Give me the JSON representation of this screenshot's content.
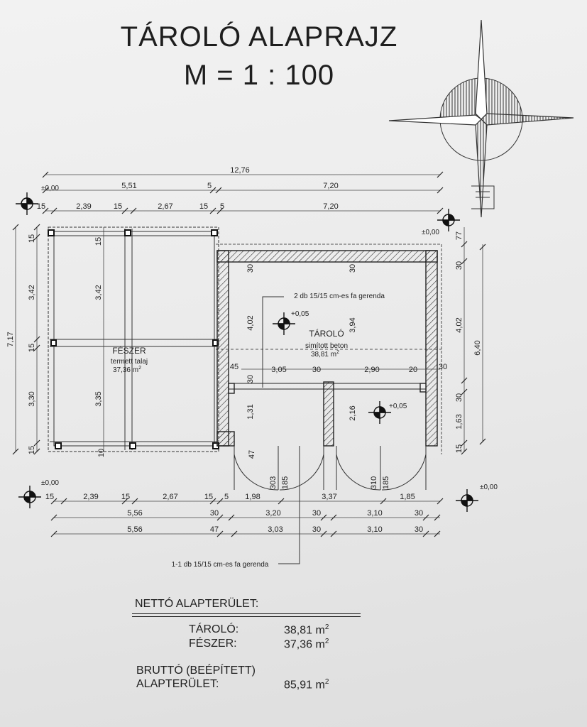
{
  "title": {
    "line1": "TÁROLÓ  ALAPRAJZ",
    "line2": "M = 1 : 100"
  },
  "rooms": {
    "feszer": {
      "name": "FÉSZER",
      "floor": "termett talaj",
      "area": "37,36 m",
      "sup": "2"
    },
    "tarolo": {
      "name": "TÁROLÓ",
      "floor": "simított beton",
      "area": "38,81 m",
      "sup": "2"
    }
  },
  "annotations": {
    "beam_top": "2 db 15/15 cm-es fa gerenda",
    "beam_bottom": "1-1 db 15/15 cm-es fa gerenda",
    "level_tarolo": "+0,05",
    "level_tarolo2": "+0,05",
    "level_nw": "±0,00",
    "level_ne": "±0,00",
    "level_sw": "±0,00",
    "level_se": "±0,00"
  },
  "dims_top": {
    "row1": [
      "12,76"
    ],
    "row2": [
      "5,51",
      "5",
      "7,20"
    ],
    "row3": [
      "15",
      "2,39",
      "15",
      "2,67",
      "15",
      "5",
      "7,20"
    ]
  },
  "dims_left": {
    "outer": "7,17",
    "inner": [
      "15",
      "3,42",
      "15",
      "3,30",
      "15"
    ],
    "mid": [
      "15",
      "3,42",
      "3,35",
      "10"
    ]
  },
  "dims_right": {
    "outer": "6,40",
    "inner": [
      "77",
      "30",
      "4,02",
      "30",
      "1,63",
      "15"
    ]
  },
  "dims_interior": {
    "h": [
      "45",
      "3,05",
      "30",
      "2,90",
      "20",
      "30"
    ],
    "v": [
      "30",
      "4,02",
      "30",
      "1,31",
      "47",
      "30",
      "3,94",
      "2,16"
    ]
  },
  "doors": {
    "d1a": "303",
    "d1b": "185",
    "d2a": "310",
    "d2b": "185"
  },
  "dims_bottom": {
    "row1": [
      "15",
      "2,39",
      "15",
      "2,67",
      "15",
      "5",
      "1,98",
      "3,37",
      "1,85"
    ],
    "row2": [
      "5,56",
      "30",
      "3,20",
      "30",
      "3,10",
      "30"
    ],
    "row3": [
      "5,56",
      "47",
      "3,03",
      "30",
      "3,10",
      "30"
    ]
  },
  "summary": {
    "net_heading": "NETTÓ ALAPTERÜLET:",
    "tarolo_label": "TÁROLÓ:",
    "tarolo_value": "38,81 m",
    "feszer_label": "FÉSZER:",
    "feszer_value": "37,36 m",
    "brutto_label1": "BRUTTÓ (BEÉPÍTETT)",
    "brutto_label2": "ALAPTERÜLET:",
    "brutto_value": "85,91 m",
    "sup": "2"
  }
}
